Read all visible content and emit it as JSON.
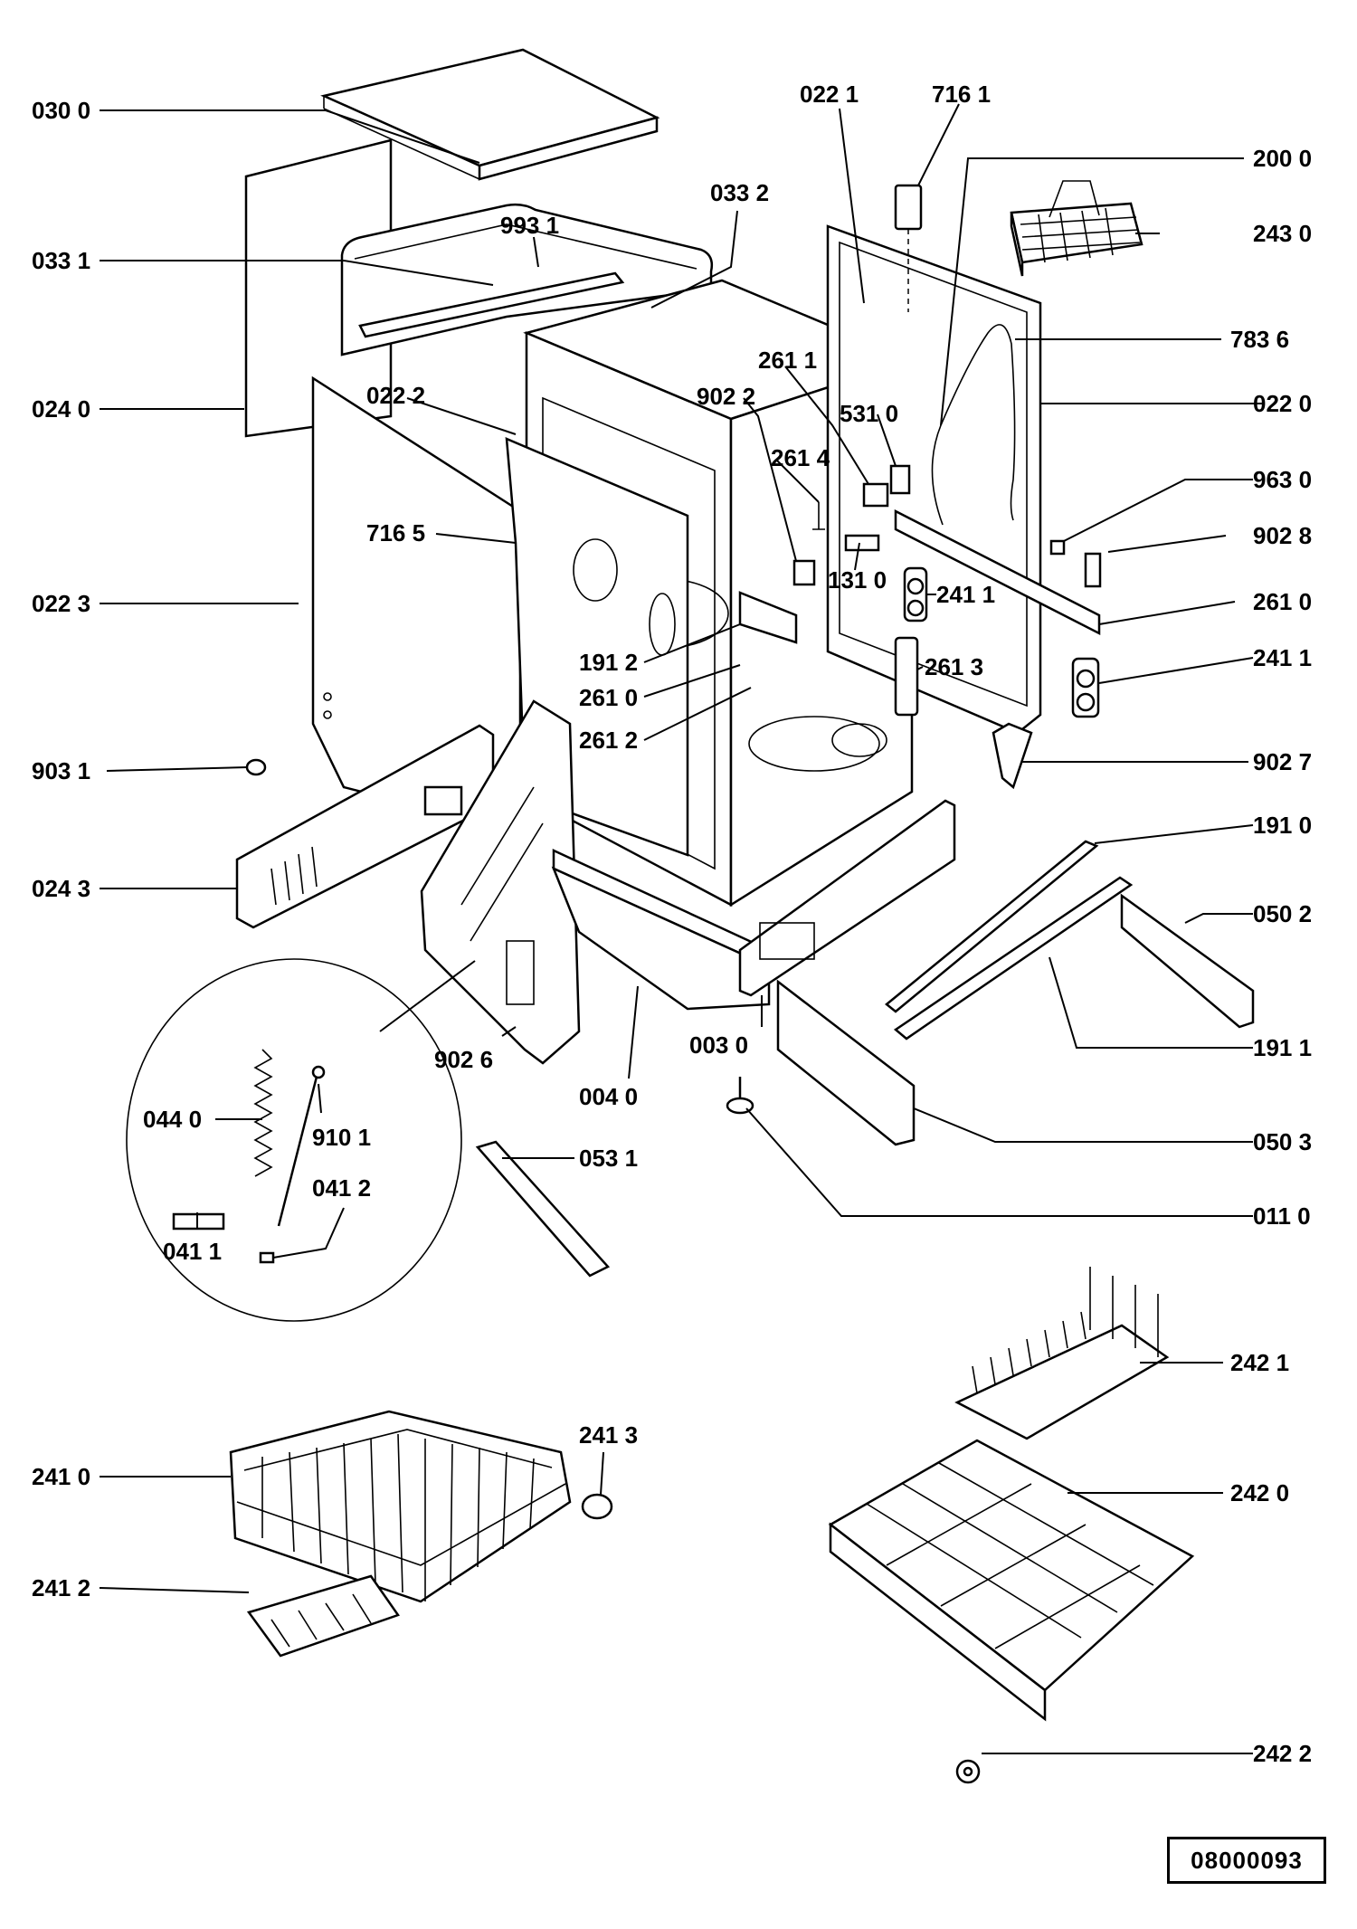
{
  "labels": {
    "l0300": "030 0",
    "l0221": "022 1",
    "l7161": "716 1",
    "l2000": "200 0",
    "l0332": "033 2",
    "l2430": "243 0",
    "l0331": "033 1",
    "l9931": "993 1",
    "l7836": "783 6",
    "l2611a": "261 1",
    "l9022": "902 2",
    "l5310": "531 0",
    "l0220": "022 0",
    "l0240": "024 0",
    "l0222": "022 2",
    "l2614": "261 4",
    "l9630": "963 0",
    "l7165": "716 5",
    "l9028": "902 8",
    "l1310": "131 0",
    "l2411a": "241 1",
    "l2610a": "261 0",
    "l0223": "022 3",
    "l1912": "191 2",
    "l2613": "261 3",
    "l2411b": "241 1",
    "l2610b": "261 0",
    "l2612": "261 2",
    "l9031": "903 1",
    "l9027": "902 7",
    "l1910": "191 0",
    "l0243": "024 3",
    "l0502": "050 2",
    "l0030": "003 0",
    "l9026": "902 6",
    "l1911": "191 1",
    "l0440": "044 0",
    "l0040": "004 0",
    "l9101": "910 1",
    "l0503": "050 3",
    "l0412": "041 2",
    "l0531": "053 1",
    "l0411": "041 1",
    "l0110": "011 0",
    "l2421": "242 1",
    "l2413": "241 3",
    "l2410": "241 0",
    "l2420": "242 0",
    "l2412": "241 2",
    "l2422": "242 2"
  },
  "reference_number": "08000093"
}
